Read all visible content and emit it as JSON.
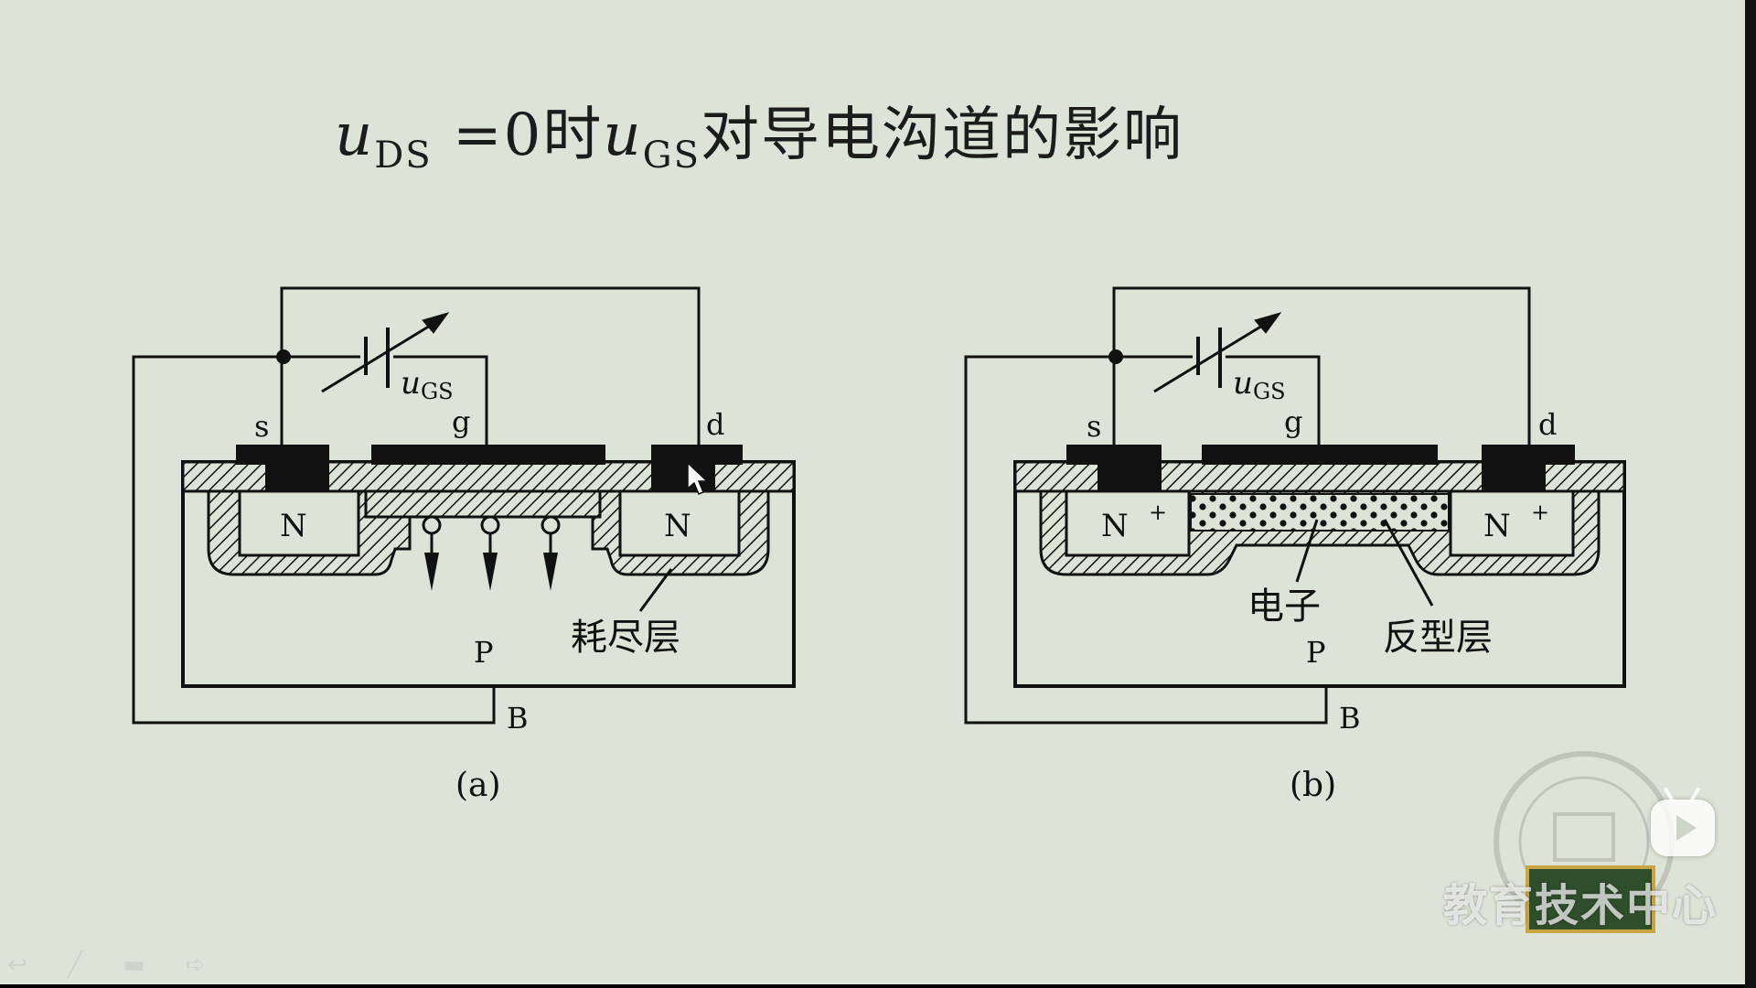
{
  "slide": {
    "title_var1": "u",
    "title_sub1": "DS",
    "title_mid": " =0时",
    "title_var2": "u",
    "title_sub2": "GS",
    "title_tail": "对导电沟道的影响"
  },
  "diagram_a": {
    "caption": "(a)",
    "source_label": "s",
    "gate_label": "g",
    "drain_label": "d",
    "vgs_var": "u",
    "vgs_sub": "GS",
    "left_region": "N",
    "right_region": "N",
    "substrate": "P",
    "body": "B",
    "depletion_label": "耗尽层"
  },
  "diagram_b": {
    "caption": "(b)",
    "source_label": "s",
    "gate_label": "g",
    "drain_label": "d",
    "vgs_var": "u",
    "vgs_sub": "GS",
    "left_region": "N",
    "left_region_sup": "+",
    "right_region": "N",
    "right_region_sup": "+",
    "substrate": "P",
    "body": "B",
    "electron_label": "电子",
    "inversion_label": "反型层"
  },
  "watermark": {
    "text": "教育技术中心"
  },
  "nav": {
    "symbols": "↩ ╱ ▬ ➪"
  },
  "colors": {
    "slide_bg": "#dde3d6",
    "ink": "#111111",
    "watermark_box": "#2f4e2c",
    "watermark_border": "#c9a541"
  },
  "icons": {
    "player": "play-button-icon",
    "seal": "university-seal-icon",
    "cursor": "mouse-cursor-icon"
  }
}
